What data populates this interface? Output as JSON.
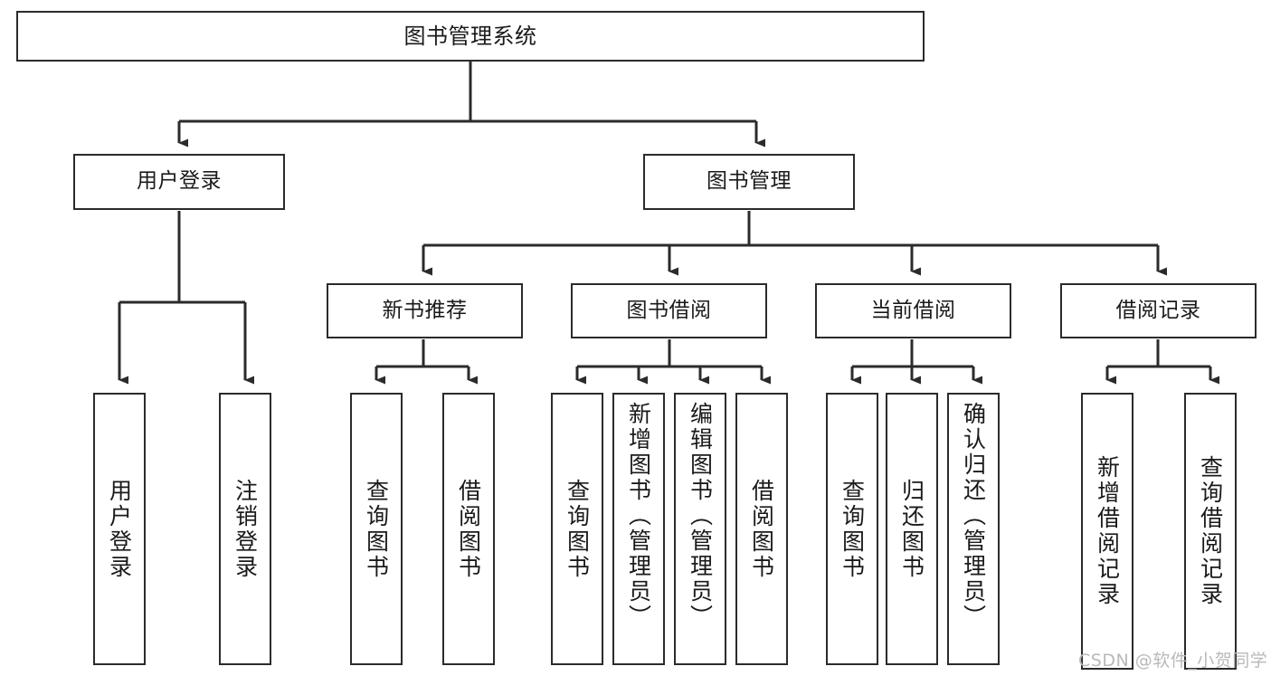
{
  "diagram": {
    "type": "tree",
    "title": "图书管理系统",
    "orientation": "top-down",
    "colors": {
      "node_border": "#2b2b2b",
      "node_fill": "#ffffff",
      "edge": "#2b2b2b",
      "text": "#1a1a1a",
      "watermark": "#b9b9b9",
      "background": "#ffffff"
    },
    "root": {
      "label": "图书管理系统"
    },
    "level2": [
      {
        "label": "用户登录"
      },
      {
        "label": "图书管理"
      }
    ],
    "level3": [
      {
        "label": "新书推荐"
      },
      {
        "label": "图书借阅"
      },
      {
        "label": "当前借阅"
      },
      {
        "label": "借阅记录"
      }
    ],
    "leaves": {
      "user_login": [
        {
          "label": "用户登录"
        },
        {
          "label": "注销登录"
        }
      ],
      "new_book_recommend": [
        {
          "label": "查询图书"
        },
        {
          "label": "借阅图书"
        }
      ],
      "book_borrow": [
        {
          "label": "查询图书"
        },
        {
          "label": "新增图书（管理员）"
        },
        {
          "label": "编辑图书（管理员）"
        },
        {
          "label": "借阅图书"
        }
      ],
      "current_borrow": [
        {
          "label": "查询图书"
        },
        {
          "label": "归还图书"
        },
        {
          "label": "确认归还（管理员）"
        }
      ],
      "borrow_record": [
        {
          "label": "新增借阅记录"
        },
        {
          "label": "查询借阅记录"
        }
      ]
    }
  },
  "watermark": {
    "text": "CSDN @软件_小贺同学"
  }
}
